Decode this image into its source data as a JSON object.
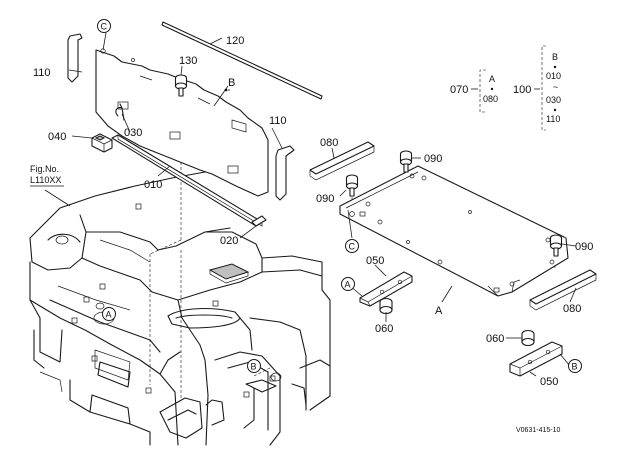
{
  "labels": {
    "p010": "010",
    "p020": "020",
    "p030": "030",
    "p040": "040",
    "p050a": "050",
    "p050b": "050",
    "p060a": "060",
    "p060b": "060",
    "p070": "070",
    "p080a": "080",
    "p080b": "080",
    "p090a": "090",
    "p090b": "090",
    "p090c": "090",
    "p100": "100",
    "p110a": "110",
    "p110b": "110",
    "p120": "120",
    "p130": "130"
  },
  "letters": {
    "A": "A",
    "B": "B",
    "C": "C"
  },
  "group_070": {
    "top": "A",
    "item": "080"
  },
  "group_100": {
    "top": "B",
    "from": "010",
    "to": "030",
    "last": "110",
    "tilde": "~"
  },
  "fig_ref": {
    "line1": "Fig.No.",
    "line2": "L110XX"
  },
  "drawing_code": "V0631-415-10"
}
